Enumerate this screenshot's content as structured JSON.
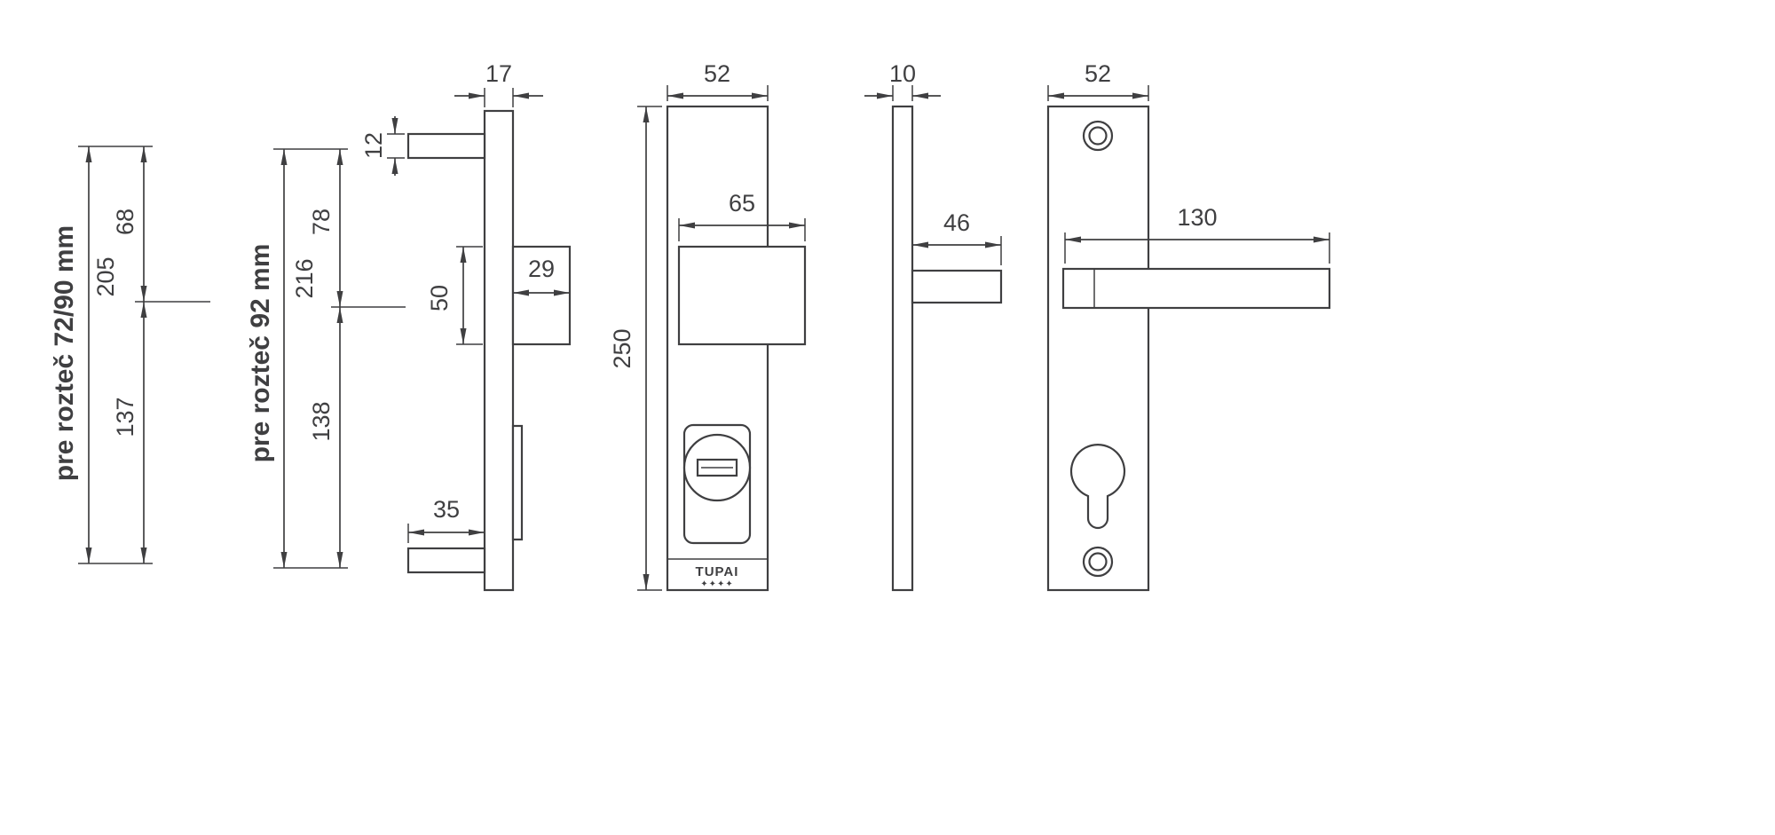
{
  "colors": {
    "line": "#3f3f41",
    "background": "#ffffff"
  },
  "pitch_labels": {
    "a": "pre rozteč 72/90 mm",
    "b": "pre rozteč 92 mm"
  },
  "dims": {
    "a_total": "205",
    "a_upper": "68",
    "a_lower": "137",
    "b_total": "216",
    "b_upper": "78",
    "b_lower": "138",
    "plate_depth_ext": "17",
    "bar_thickness": "12",
    "knob_depth": "29",
    "knob_height": "50",
    "bottom_offset": "35",
    "plate_width_ext": "52",
    "knob_width": "65",
    "plate_height": "250",
    "plate_depth_int": "10",
    "lever_depth": "46",
    "plate_width_int": "52",
    "lever_length": "130"
  },
  "brand": {
    "name": "TUPAI",
    "stars": "✦✦✦✦"
  }
}
